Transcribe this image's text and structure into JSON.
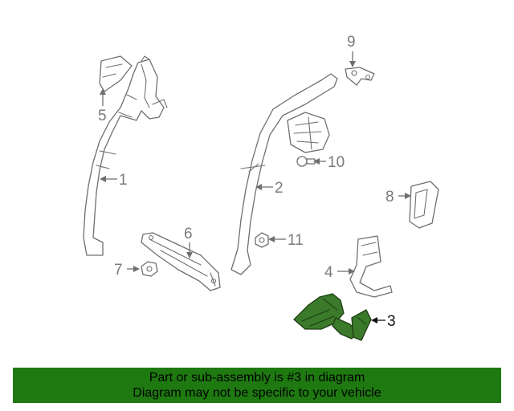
{
  "callouts": {
    "c1": "1",
    "c2": "2",
    "c3": "3",
    "c4": "4",
    "c5": "5",
    "c6": "6",
    "c7": "7",
    "c8": "8",
    "c9": "9",
    "c10": "10",
    "c11": "11"
  },
  "highlighted_part": "3",
  "colors": {
    "highlight_part": "#3a7a2a",
    "banner_background": "#1e7a10",
    "line_art": "#6f6f6f"
  },
  "banner": {
    "line1": "Part or sub-assembly is #3 in diagram",
    "line2": "Diagram may not be specific to your vehicle"
  }
}
